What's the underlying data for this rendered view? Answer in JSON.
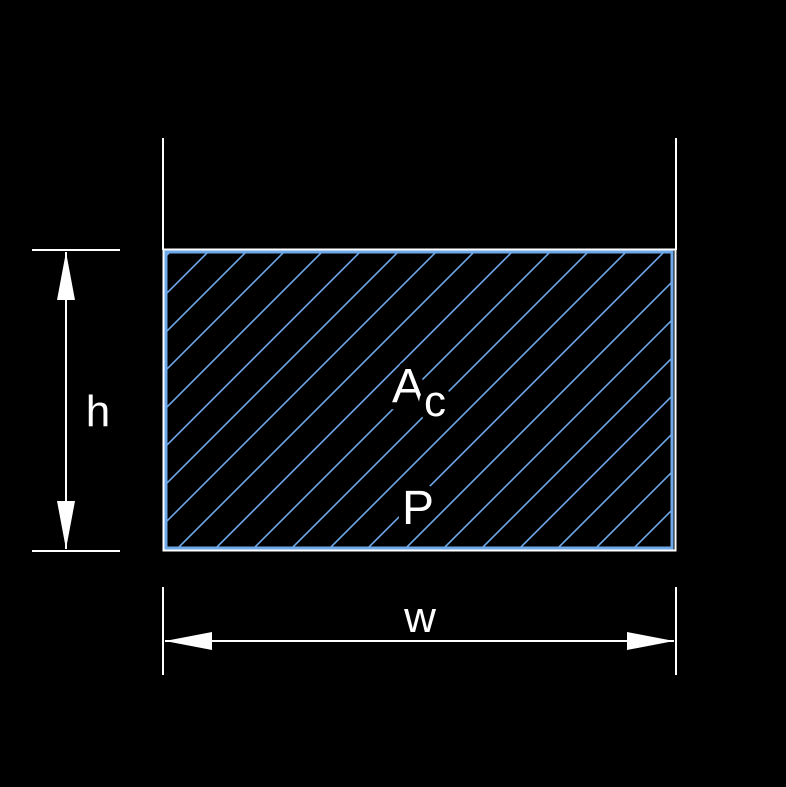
{
  "labels": {
    "height": "h",
    "width": "w",
    "area_main": "A",
    "area_sub": "c",
    "perimeter": "P"
  },
  "colors": {
    "background": "#000000",
    "lines": "#ffffff",
    "hatch": "#6fa8e8"
  }
}
